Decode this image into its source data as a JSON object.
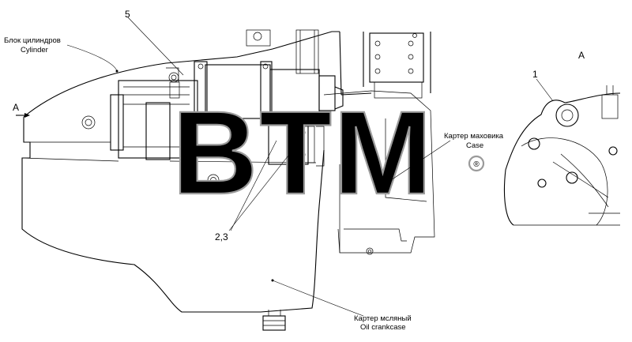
{
  "labels": {
    "cylinder_ru": "Блок цилиндров",
    "cylinder_en": "Cylinder",
    "flywheel_ru": "Картер маховика",
    "flywheel_en": "Case",
    "oil_ru": "Картер мсляный",
    "oil_en": "Oil crankcase"
  },
  "callouts": {
    "item_5": "5",
    "item_23": "2,3",
    "item_1": "1"
  },
  "view": {
    "arrow_label": "A",
    "view_label": "A"
  },
  "watermark": {
    "text": "BTM",
    "mark": "®"
  }
}
